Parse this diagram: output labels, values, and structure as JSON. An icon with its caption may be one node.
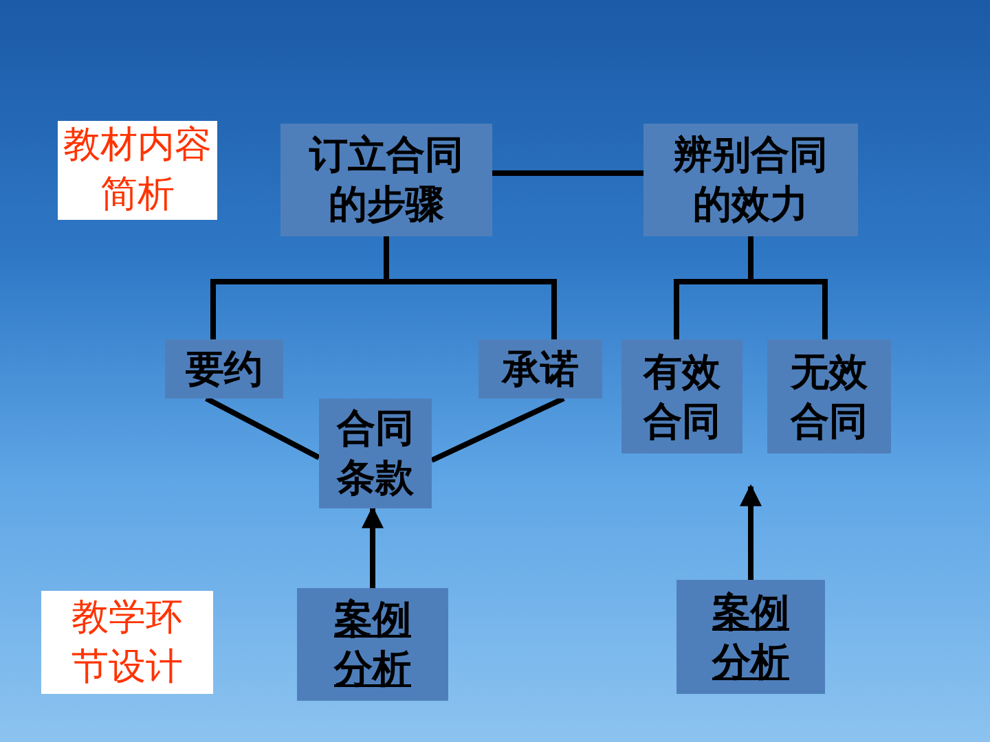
{
  "diagram": {
    "nodes": [
      {
        "text": [
          "教材内容简析"
        ]
      },
      {
        "text": [
          "订立合同的步骤"
        ]
      },
      {
        "text": [
          "辨别合同的效力"
        ]
      },
      {
        "text": [
          "要约"
        ]
      },
      {
        "text": [
          "承诺"
        ]
      },
      {
        "text": [
          "有效合同"
        ]
      },
      {
        "text": [
          "无效合同"
        ]
      },
      {
        "text": [
          "合同条款"
        ]
      },
      {
        "text": [
          "教学环节设计"
        ]
      },
      {
        "text": [
          "案例分析"
        ]
      },
      {
        "text": [
          "案例分析"
        ]
      }
    ],
    "edges": [
      {
        "from": 1,
        "to": 2,
        "arrow": "none"
      },
      {
        "from": 1,
        "to": 3,
        "arrow": "none"
      },
      {
        "from": 1,
        "to": 4,
        "arrow": "none"
      },
      {
        "from": 2,
        "to": 5,
        "arrow": "none"
      },
      {
        "from": 2,
        "to": 6,
        "arrow": "none"
      },
      {
        "from": 3,
        "to": 7,
        "arrow": "none"
      },
      {
        "from": 4,
        "to": 7,
        "arrow": "none"
      },
      {
        "from": 9,
        "to": 7,
        "arrow": "to"
      },
      {
        "from": 10,
        "to": 5,
        "arrow": "to"
      }
    ]
  }
}
